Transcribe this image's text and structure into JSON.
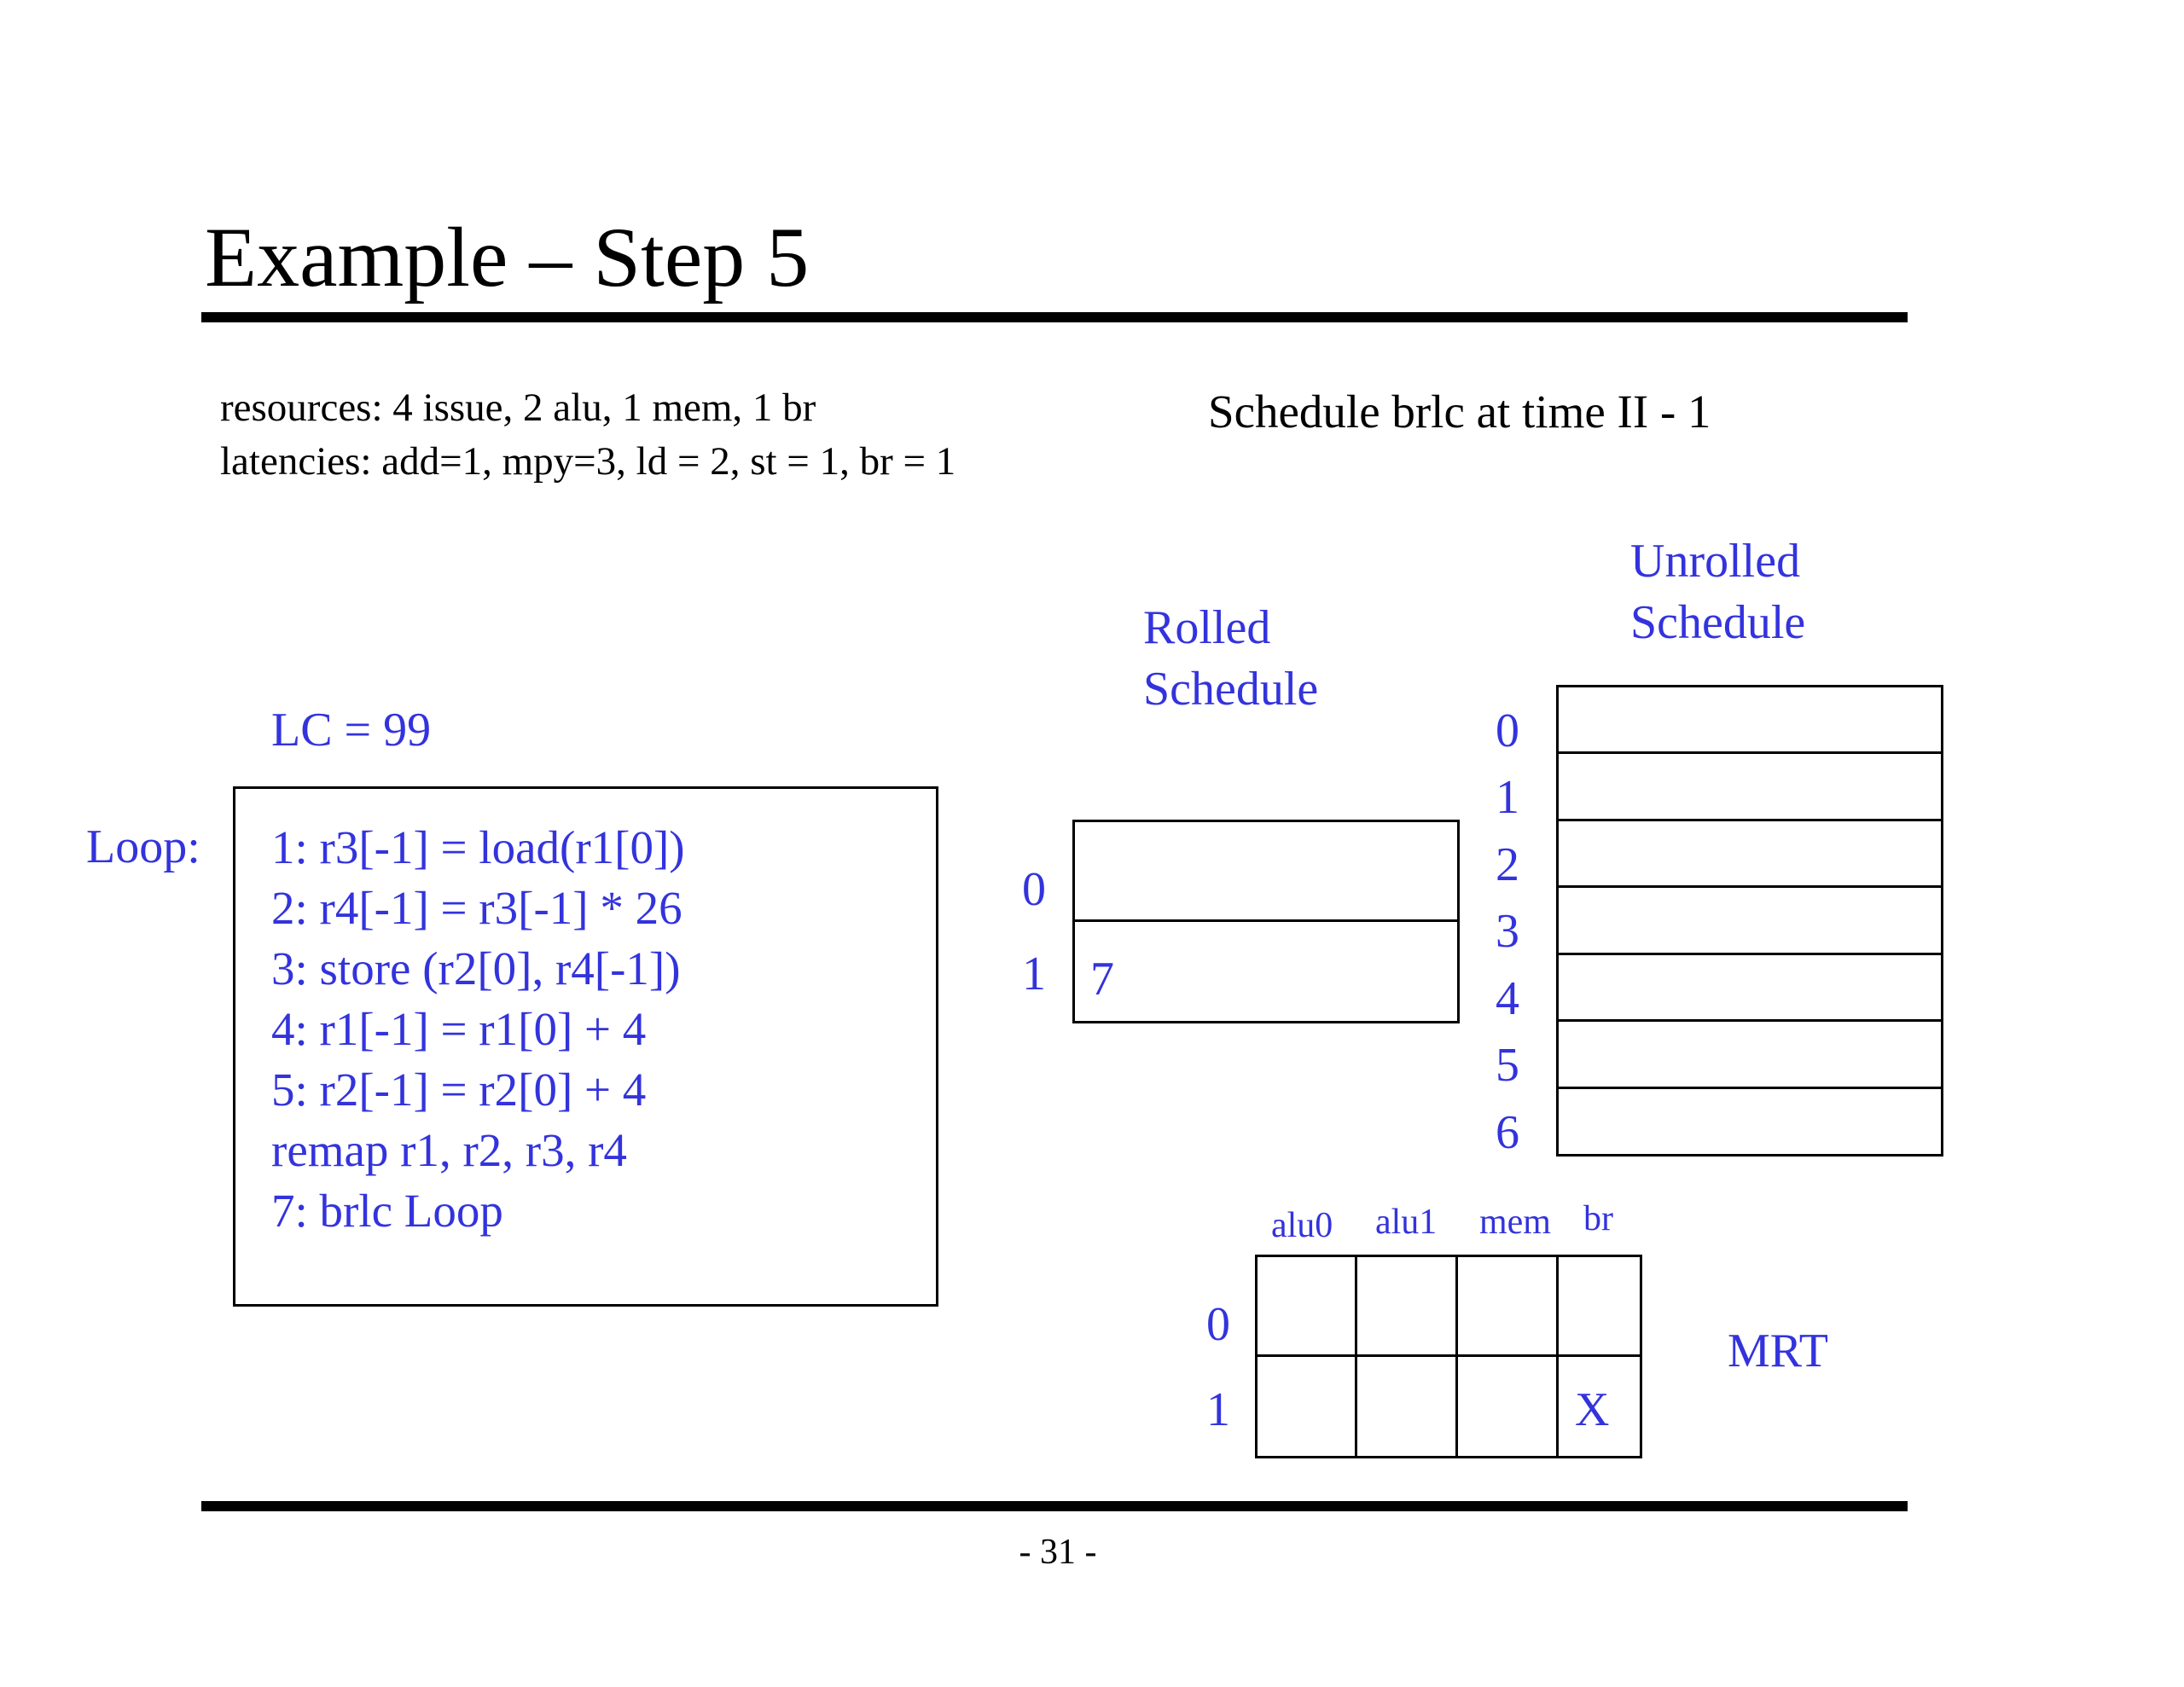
{
  "slide": {
    "title": "Example – Step 5",
    "page_number": "- 31 -"
  },
  "info": {
    "resources": "resources: 4 issue, 2 alu, 1 mem, 1 br",
    "latencies": "latencies: add=1, mpy=3, ld = 2, st = 1, br = 1",
    "step_note": "Schedule brlc at time II - 1"
  },
  "loop": {
    "lc": "LC = 99",
    "label": "Loop:",
    "lines": [
      "1: r3[-1] = load(r1[0])",
      "2: r4[-1] = r3[-1] * 26",
      "3: store (r2[0], r4[-1])",
      "4: r1[-1] = r1[0] + 4",
      "5: r2[-1] = r2[0] + 4",
      "remap r1, r2, r3, r4",
      "7: brlc Loop"
    ]
  },
  "rolled_schedule": {
    "title_line1": "Rolled",
    "title_line2": "Schedule",
    "row_labels": [
      "0",
      "1"
    ],
    "cells": [
      "",
      "7"
    ]
  },
  "unrolled_schedule": {
    "title_line1": "Unrolled",
    "title_line2": "Schedule",
    "row_labels": [
      "0",
      "1",
      "2",
      "3",
      "4",
      "5",
      "6"
    ],
    "cells": [
      "",
      "",
      "",
      "",
      "",
      "",
      ""
    ]
  },
  "mrt": {
    "label": "MRT",
    "columns": [
      "alu0",
      "alu1",
      "mem",
      "br"
    ],
    "row_labels": [
      "0",
      "1"
    ],
    "cells": [
      [
        "",
        "",
        "",
        ""
      ],
      [
        "",
        "",
        "",
        "X"
      ]
    ]
  },
  "colors": {
    "accent": "#3333dd",
    "text": "#000000",
    "background": "#ffffff"
  }
}
